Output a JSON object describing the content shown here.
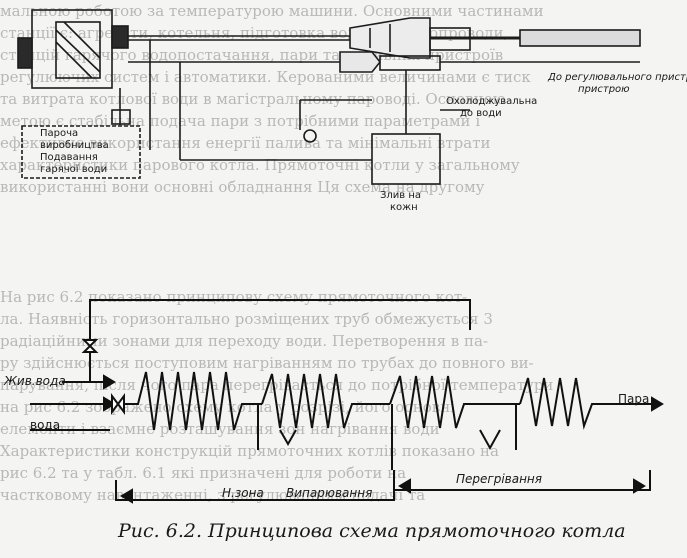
{
  "background_text": {
    "top_lines": [
      "мальною роботою за температурою машини. Основними частинами",
      "станції є: агрегати, котельня, підготовка води та трубопроводи,",
      "станцій гарячого водопостачання, пари та паливних пристроїв",
      "регулюючих систем і автоматики. Керованими величинами є тиск",
      "та витрата котлової води в магістральному пароводі. Основною",
      "метою є стабільна подача пари з потрібними параметрами і",
      "ефективне використання енергії палива та мінімальні втрати",
      "характеристики парового котла. Прямоточні котли у загальному",
      "використанні вони основні обладнання Ця схема на другому"
    ],
    "bottom_lines": [
      "На рис 6.2 показано принципову схему прямоточного кот-",
      "ла. Наявність горизонтально розміщених труб обмежується 3",
      "радіаційними зонами для переходу води. Перетворення в па-",
      "ру здійснюється поступовим нагріванням по трубах до повного ви-",
      "парування, після чого пара перегрівається до потрібної температури",
      "на рис 6.2 зображено схему котла у розрізі, його основні",
      "елементи і взаємне розташування зон нагрівання води",
      "Характеристики конструкцій прямоточних котлів показано на",
      "рис 6.2 та у табл. 6.1 які призначені для роботи на",
      "частковому навантаженні, з регулюванням подачі та"
    ]
  },
  "top_diagram": {
    "labels": {
      "pump_station": "Пароча",
      "productivity": "виробництва",
      "feed": "Подавання",
      "hot_water": "гарячої води",
      "to_regulating_device": "До регулювального пристрою",
      "to_regulating_device_line2": "пристрою",
      "reference": "Охолоджувальна",
      "reference_line2": "до води",
      "return_water": "Злив на",
      "return_water_line2": "кожн"
    }
  },
  "boiler_scheme": {
    "labels": {
      "feed_water": "Жив.вода",
      "water": "вода",
      "steam": "Пара",
      "zone_heating": "Н.зона",
      "zone_evaporation": "Випарювання",
      "zone_superheating": "Перегрівання"
    }
  },
  "caption": "Рис. 6.2. Принципова схема прямоточного котла"
}
